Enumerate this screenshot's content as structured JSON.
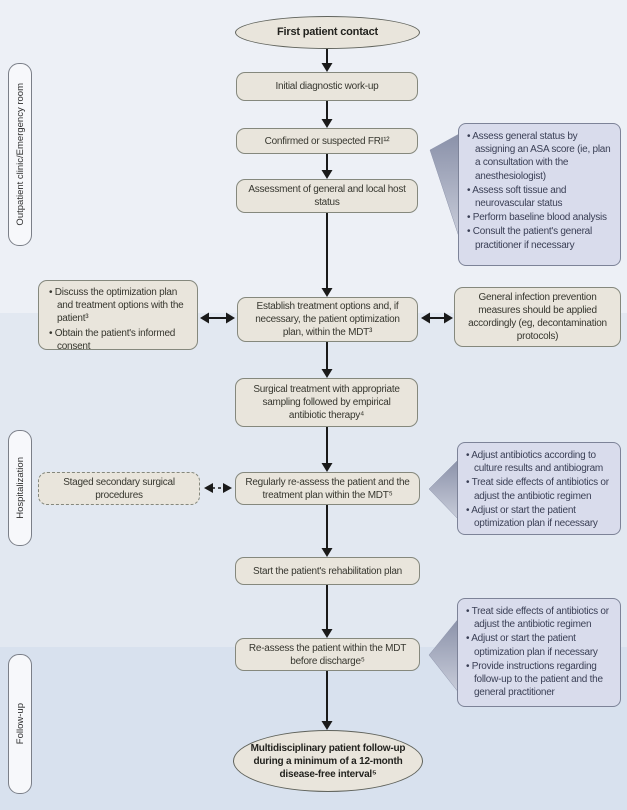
{
  "colors": {
    "band_outpatient": "#edf0f6",
    "band_hospitalization": "#e2e8f1",
    "band_followup": "#d8e1ee",
    "box_fill": "#e9e5dc",
    "box_border": "#85887d",
    "callout_fill": "#d9dcec",
    "callout_border": "#7d8398",
    "pill_fill": "#f7f8fb",
    "arrow": "#1a1a1a"
  },
  "sidebar": {
    "sections": [
      {
        "label": "Outpatient clinic/Emergency room"
      },
      {
        "label": "Hospitalization"
      },
      {
        "label": "Follow-up"
      }
    ]
  },
  "flow": {
    "start": "First patient contact",
    "step_diagnostic": "Initial diagnostic work-up",
    "step_confirmed": "Confirmed or suspected FRI¹²",
    "step_assessment": "Assessment of general and local host status",
    "step_establish": "Establish treatment options and, if necessary, the patient optimization plan, within the MDT³",
    "step_surgical": "Surgical treatment with appropriate sampling followed by empirical antibiotic therapy⁴",
    "step_reassess": "Regularly re-assess the patient and the treatment plan within the MDT⁵",
    "step_rehab": "Start the patient's rehabilitation plan",
    "step_discharge": "Re-assess the patient within the MDT before discharge⁵",
    "end": "Multidisciplinary patient follow-up during a minimum of a 12-month disease-free interval⁵"
  },
  "side_boxes": {
    "consent": {
      "items": [
        "Discuss the optimization plan and treatment options with the patient³",
        "Obtain the patient's informed consent"
      ]
    },
    "staged": "Staged secondary surgical procedures",
    "infection_prevention": "General infection prevention measures should be applied accordingly (eg, decontamination protocols)"
  },
  "callouts": [
    {
      "items": [
        "Assess general status by assigning an ASA score (ie, plan a consultation with the anesthesiologist)",
        "Assess soft tissue and neurovascular status",
        "Perform baseline blood analysis",
        "Consult the patient's general practitioner if necessary"
      ]
    },
    {
      "items": [
        "Adjust antibiotics according to culture results and antibiogram",
        "Treat side effects of antibiotics or adjust the antibiotic regimen",
        "Adjust or start the patient optimization plan if necessary"
      ]
    },
    {
      "items": [
        "Treat side effects of antibiotics or adjust the antibiotic regimen",
        "Adjust or start the patient optimization plan if necessary",
        "Provide instructions regarding follow-up to the patient and the general practitioner"
      ]
    }
  ]
}
